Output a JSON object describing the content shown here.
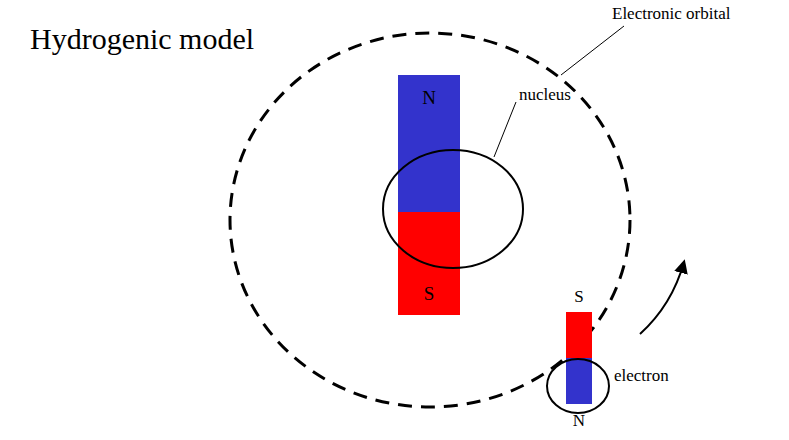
{
  "diagram": {
    "title": "Hydrogenic model",
    "labels": [
      "Electronic orbital",
      "N",
      "S",
      "nucleus",
      "S",
      "electron",
      "N"
    ]
  }
}
